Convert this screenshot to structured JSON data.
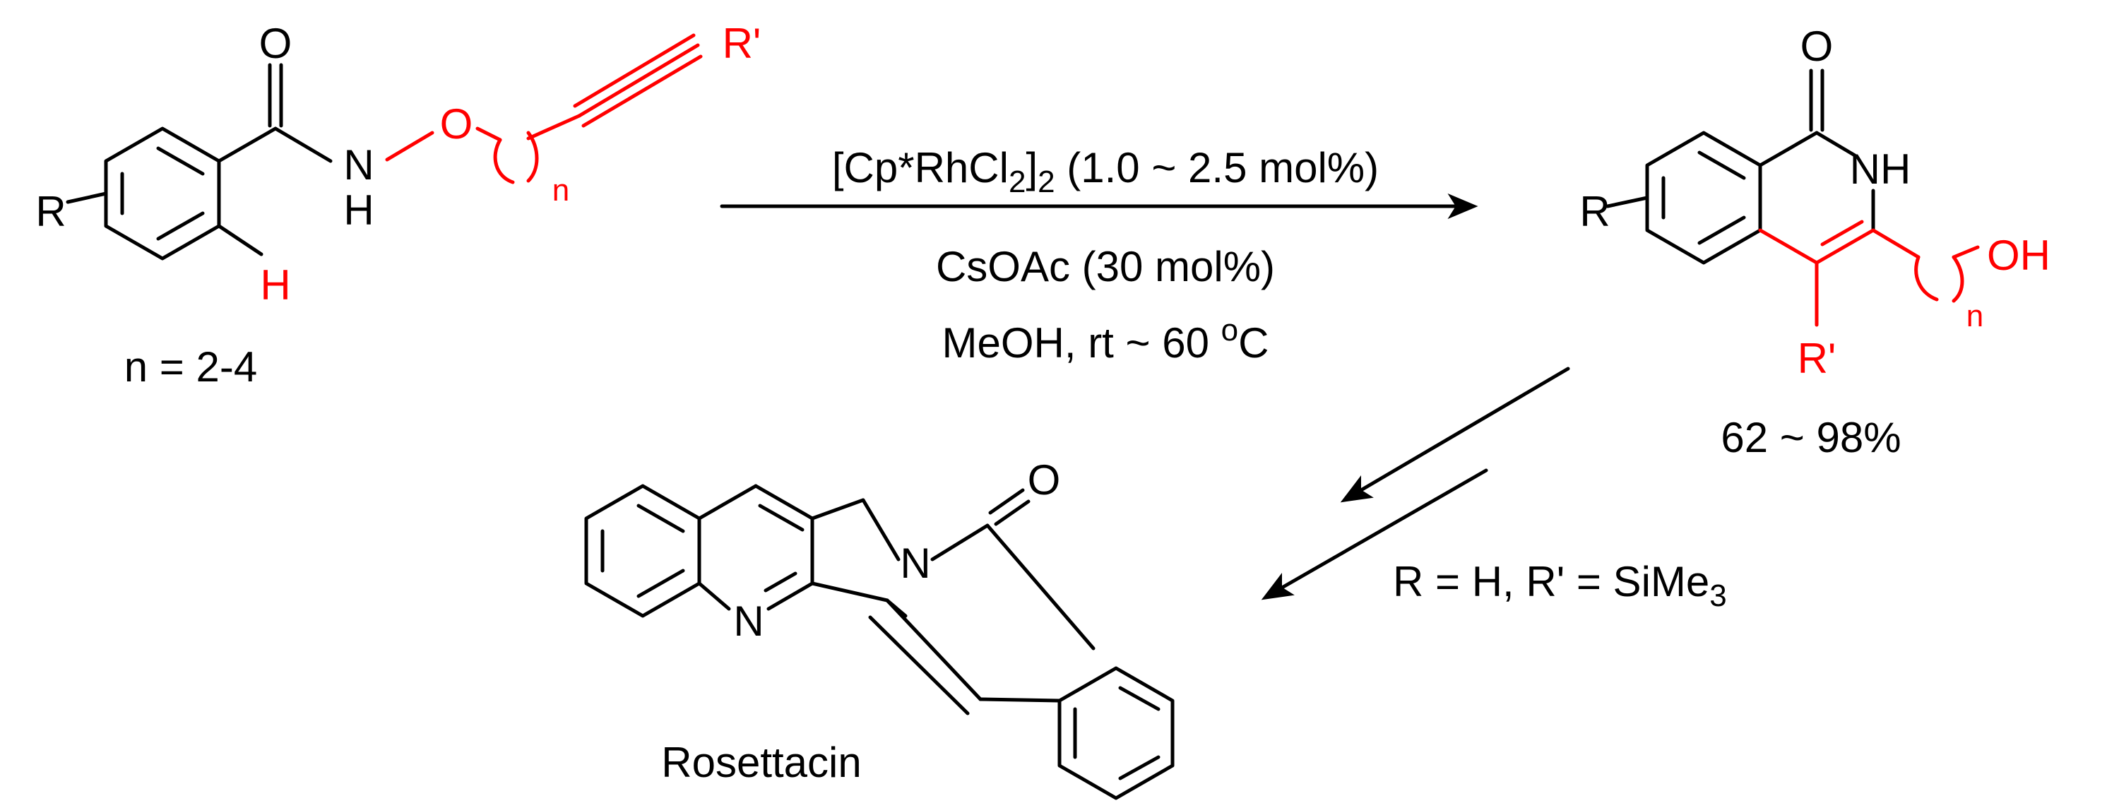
{
  "colors": {
    "bond": "#000000",
    "highlight": "#ff0000",
    "background": "#ffffff"
  },
  "reactant": {
    "atoms": {
      "R": "R",
      "O": "O",
      "N": "N",
      "NH_H": "H",
      "O_link": "O",
      "H": "H",
      "R_prime": "R'",
      "n": "n"
    },
    "caption": "n = 2-4"
  },
  "conditions": {
    "catalyst_pre": "[Cp*RhCl",
    "sub1": "2",
    "catalyst_mid": "]",
    "sub2": "2",
    "catalyst_post": " (1.0 ~ 2.5 mol%)",
    "base": "CsOAc (30 mol%)",
    "solvent_pre": "MeOH, rt ~ 60 ",
    "degree": "o",
    "solvent_post": "C"
  },
  "product": {
    "atoms": {
      "R": "R",
      "O": "O",
      "NH": "NH",
      "OH": "OH",
      "R_prime": "R'",
      "n": "n"
    },
    "yield": "62 ~ 98%"
  },
  "transformation": {
    "label_pre": "R = H, R' = SiMe",
    "label_sub": "3"
  },
  "rosettacin": {
    "atoms": {
      "O": "O",
      "N_amide": "N",
      "N_ring": "N"
    },
    "name": "Rosettacin"
  }
}
